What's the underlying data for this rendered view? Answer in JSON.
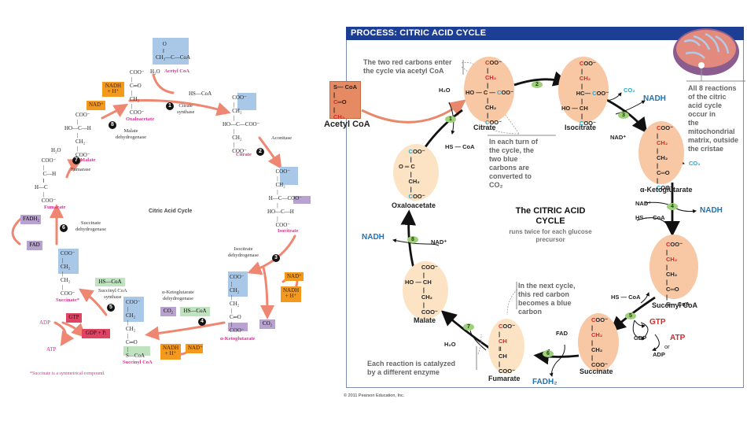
{
  "left_diagram": {
    "title": "Citric Acid Cycle",
    "footnote": "*Succinate is a symmetrical compound.",
    "molecules": {
      "acetyl_coa": {
        "name": "Acetyl CoA",
        "structure": "     O\n     ‖\nCH₃—C—CoA"
      },
      "oxaloacetate": {
        "name": "Oxaloacetate",
        "structure": "COO⁻\n |\nC═O\n |\nCH₂\n |\nCOO⁻"
      },
      "citrate": {
        "name": "Citrate",
        "structure": "       COO⁻\n        |\n       CH₂\n        |\nHO—C—COO⁻\n        |\n       CH₂\n        |\n       COO⁻"
      },
      "isocitrate": {
        "name": "Isocitrate",
        "structure": "      COO⁻\n       |\n      CH₂\n       |\n H—C—COO⁻\n       |\nHO—C—H\n       |\n      COO⁻"
      },
      "alpha_ketoglutarate": {
        "name": "α-Ketoglutarate",
        "structure": "COO⁻\n |\nCH₂\n |\nCH₂\n |\nC═O\n |\nCOO⁻"
      },
      "succinyl_coa": {
        "name": "Succinyl CoA",
        "structure": "COO⁻\n |\nCH₂\n |\nCH₂\n |\nC═O\n |\nS—CoA"
      },
      "succinate": {
        "name": "Succinate*",
        "structure": "COO⁻\n |\nCH₂\n |\nCH₂\n |\nCOO⁻"
      },
      "fumarate": {
        "name": "Fumarate",
        "structure": "     COO⁻\n      |\n      C—H\n      ‖\nH—C\n      |\n     COO⁻"
      },
      "malate": {
        "name": "Malate",
        "structure": "        COO⁻\n         |\nHO—C—H\n         |\n        CH₂\n         |\n        COO⁻"
      }
    },
    "steps": [
      {
        "number": "1",
        "enzyme": "Citrate\nsynthase"
      },
      {
        "number": "2",
        "enzyme": "Aconitase"
      },
      {
        "number": "3",
        "enzyme": "Isocitrate\ndehydrogenase"
      },
      {
        "number": "4",
        "enzyme": "α-Ketoglutarate\ndehydrogenase"
      },
      {
        "number": "5",
        "enzyme": "Succinyl CoA\nsynthase"
      },
      {
        "number": "6",
        "enzyme": "Succinate\ndehydrogenase"
      },
      {
        "number": "7",
        "enzyme": "Fumarase"
      },
      {
        "number": "8",
        "enzyme": "Malate\ndehydrogenase"
      }
    ],
    "cofactors": {
      "h2o_1": "H₂O",
      "hs_coa_1": "HS—CoA",
      "nad_3": "NAD⁺",
      "nadh_3": "NADH\n+ H⁺",
      "co2_3": "CO₂",
      "co2_4": "CO₂",
      "hs_coa_4": "HS—CoA",
      "nadh_4": "NADH\n+ H⁺",
      "nad_4": "NAD⁺",
      "hs_coa_5": "HS—CoA",
      "gtp": "GTP",
      "gdp_pi": "GDP + Pᵢ",
      "adp": "ADP",
      "atp": "ATP",
      "fadh2": "FADH₂",
      "fad": "FAD",
      "h2o_7": "H₂O",
      "nad_8": "NAD⁺",
      "nadh_8": "NADH\n+ H⁺"
    },
    "colors": {
      "label": "#d6338f",
      "arrow": "#ee7a62",
      "highlight_blue": "#a9c8e8",
      "purple": "#b8a2cf",
      "orange": "#f39a1e",
      "green": "#bfe3bf",
      "red": "#e04463"
    }
  },
  "right_diagram": {
    "header": "PROCESS: CITRIC ACID CYCLE",
    "center_title_1": "The CITRIC ACID",
    "center_title_2": "CYCLE",
    "center_sub": "runs twice for each glucose precursor",
    "notes": {
      "red_carbons": "The two red carbons enter\nthe cycle via acetyl CoA",
      "blue_carbons": "In each turn of\nthe cycle, the\ntwo blue\ncarbons are\nconverted to\nCO₂",
      "mitochondria": "All 8 reactions\nof the citric\nacid cycle\noccur in\nthe\nmitochondrial\nmatrix, outside\nthe cristae",
      "next_cycle": "In the next cycle,\nthis red carbon\nbecomes a blue\ncarbon",
      "enzyme": "Each reaction is catalyzed\nby a different enzyme"
    },
    "molecules": [
      {
        "id": "acetyl_coa",
        "name": "Acetyl CoA"
      },
      {
        "id": "citrate",
        "name": "Citrate"
      },
      {
        "id": "isocitrate",
        "name": "Isocitrate"
      },
      {
        "id": "alpha_ketoglutarate",
        "name": "α-Ketoglutarate"
      },
      {
        "id": "succinyl_coa",
        "name": "Succinyl CoA"
      },
      {
        "id": "succinate",
        "name": "Succinate"
      },
      {
        "id": "fumarate",
        "name": "Fumarate"
      },
      {
        "id": "malate",
        "name": "Malate"
      },
      {
        "id": "oxaloacetate",
        "name": "Oxaloacetate"
      }
    ],
    "step_numbers": [
      "1",
      "2",
      "3",
      "4",
      "5",
      "6",
      "7",
      "8"
    ],
    "cofactors": {
      "h2o_1": "H₂O",
      "hs_coa_1": "HS — CoA",
      "co2_3": "CO₂",
      "nadh_3": "NADH",
      "nad_3": "NAD⁺",
      "co2_4": "CO₂",
      "nad_4": "NAD⁺",
      "nadh_4": "NADH",
      "hs_coa_4": "HS — CoA",
      "hs_coa_5": "HS — CoA",
      "gtp": "GTP",
      "gdp": "GDP",
      "atp": "ATP",
      "or": "or",
      "adp": "ADP",
      "fad": "FAD",
      "fadh2": "FADH₂",
      "h2o_7": "H₂O",
      "nadh_8": "NADH",
      "nad_8": "NAD⁺"
    },
    "copyright": "© 2011 Pearson Education, Inc.",
    "colors": {
      "header": "#1c3f95",
      "oval_dark": "#f8c7a4",
      "oval_light": "#fbe3c4",
      "nadh": "#1e74b4",
      "red_carbon": "#d42a2a",
      "blue_carbon": "#2aa6cf",
      "step_badge": "#9fd07a"
    }
  }
}
